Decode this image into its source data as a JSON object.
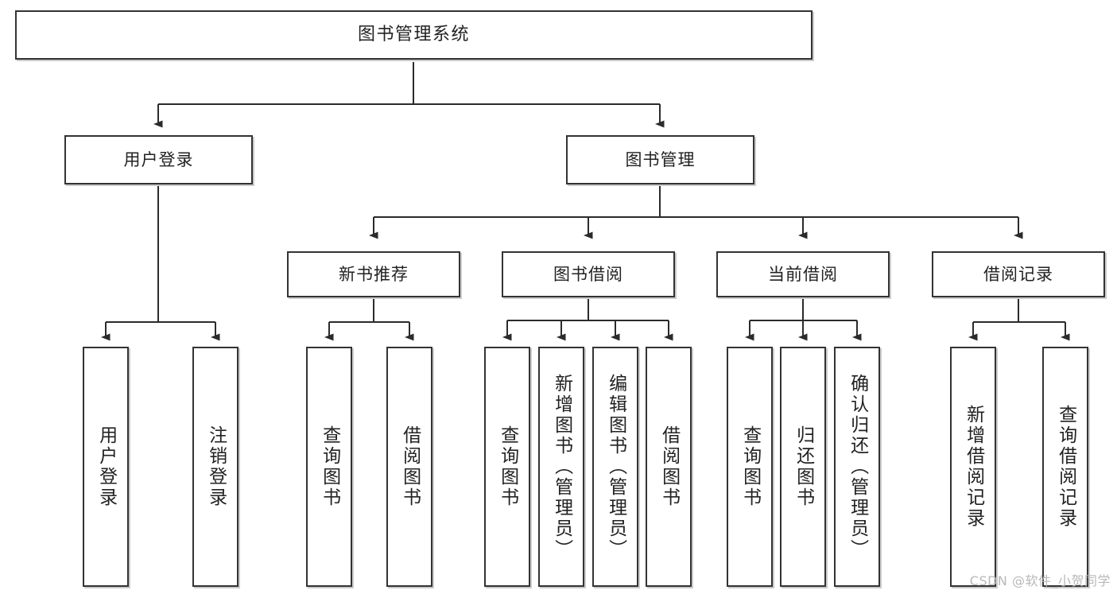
{
  "diagram": {
    "title": "图书管理系统",
    "type": "hierarchy-tree",
    "style": {
      "background": "#ffffff",
      "box_border": "#333333",
      "box_fill": "#ffffff",
      "connector": "#333333",
      "text": "#222222",
      "watermark": "#b8b8b8"
    },
    "nodes": {
      "root": {
        "label": "图书管理系统"
      },
      "level1": [
        {
          "label": "用户登录"
        },
        {
          "label": "图书管理"
        }
      ],
      "level2": [
        {
          "label": "新书推荐"
        },
        {
          "label": "图书借阅"
        },
        {
          "label": "当前借阅"
        },
        {
          "label": "借阅记录"
        }
      ],
      "leaves": {
        "user_login": [
          {
            "label": "用户登录"
          },
          {
            "label": "注销登录"
          }
        ],
        "new_book_recommend": [
          {
            "label": "查询图书"
          },
          {
            "label": "借阅图书"
          }
        ],
        "book_borrow": [
          {
            "label": "查询图书"
          },
          {
            "label": "新增图书（管理员）"
          },
          {
            "label": "编辑图书（管理员）"
          },
          {
            "label": "借阅图书"
          }
        ],
        "current_borrow": [
          {
            "label": "查询图书"
          },
          {
            "label": "归还图书"
          },
          {
            "label": "确认归还（管理员）"
          }
        ],
        "borrow_record": [
          {
            "label": "新增借阅记录"
          },
          {
            "label": "查询借阅记录"
          }
        ]
      }
    },
    "watermark": "CSDN @软件_小贺同学"
  }
}
